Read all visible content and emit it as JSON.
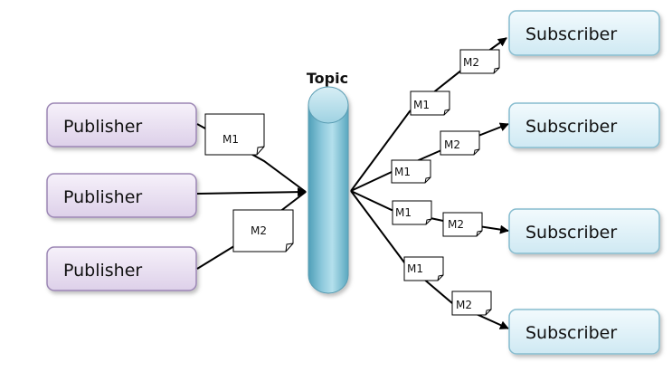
{
  "topic": {
    "label": "Topic"
  },
  "publishers": [
    {
      "label": "Publisher"
    },
    {
      "label": "Publisher"
    },
    {
      "label": "Publisher"
    }
  ],
  "subscribers": [
    {
      "label": "Subscriber"
    },
    {
      "label": "Subscriber"
    },
    {
      "label": "Subscriber"
    },
    {
      "label": "Subscriber"
    }
  ],
  "messages": {
    "publisher_1": "M1",
    "publisher_3": "M2",
    "subscriber_1": [
      "M1",
      "M2"
    ],
    "subscriber_2": [
      "M1",
      "M2"
    ],
    "subscriber_3": [
      "M1",
      "M2"
    ],
    "subscriber_4": [
      "M1",
      "M2"
    ]
  },
  "colors": {
    "publisher_fill_top": "#f6f1fa",
    "publisher_fill_bottom": "#ddd0e9",
    "publisher_stroke": "#9b86b4",
    "subscriber_fill_top": "#f2fafd",
    "subscriber_fill_bottom": "#cfe9f3",
    "subscriber_stroke": "#86bccf",
    "topic_fill_dark": "#4f9fb8",
    "topic_fill_light": "#a9d7e6",
    "line": "#000000"
  }
}
